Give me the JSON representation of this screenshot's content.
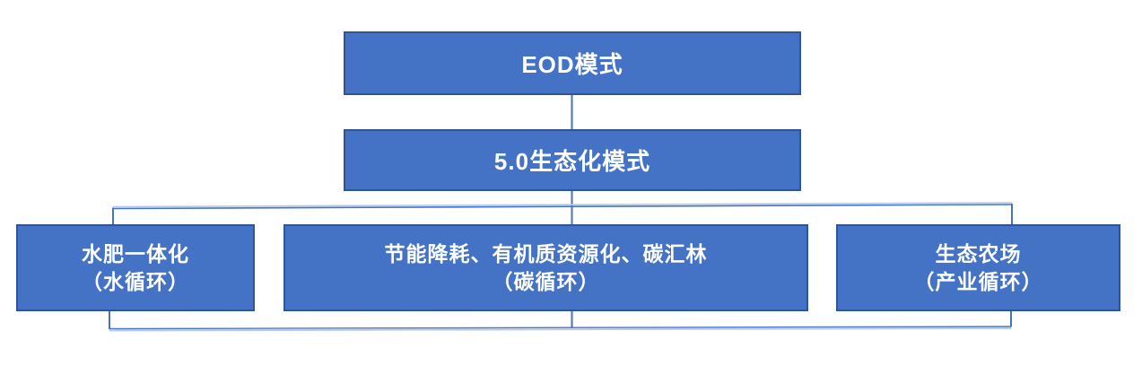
{
  "diagram": {
    "type": "hierarchy-flowchart",
    "colors": {
      "node_fill": "#4472C4",
      "node_border": "#2F5597",
      "connector_dark": "#4472C4",
      "connector_light": "#B4C7E7",
      "text": "#FFFFFF",
      "background": "#FFFFFF"
    },
    "nodes": {
      "eod": {
        "label": "EOD模式"
      },
      "mode50": {
        "label": "5.0生态化模式"
      },
      "water": {
        "line1": "水肥一体化",
        "line2": "（水循环）"
      },
      "carbon": {
        "line1": "节能降耗、有机质资源化、碳汇林",
        "line2": "（碳循环）"
      },
      "farm": {
        "line1": "生态农场",
        "line2": "（产业循环）"
      }
    },
    "edges": [
      {
        "from": "eod",
        "to": "mode50"
      },
      {
        "from": "mode50",
        "to": "water"
      },
      {
        "from": "mode50",
        "to": "carbon"
      },
      {
        "from": "mode50",
        "to": "farm"
      },
      {
        "from": "water",
        "to": "carbon",
        "via": "bottom-loop"
      },
      {
        "from": "carbon",
        "to": "farm",
        "via": "bottom-loop"
      }
    ]
  }
}
